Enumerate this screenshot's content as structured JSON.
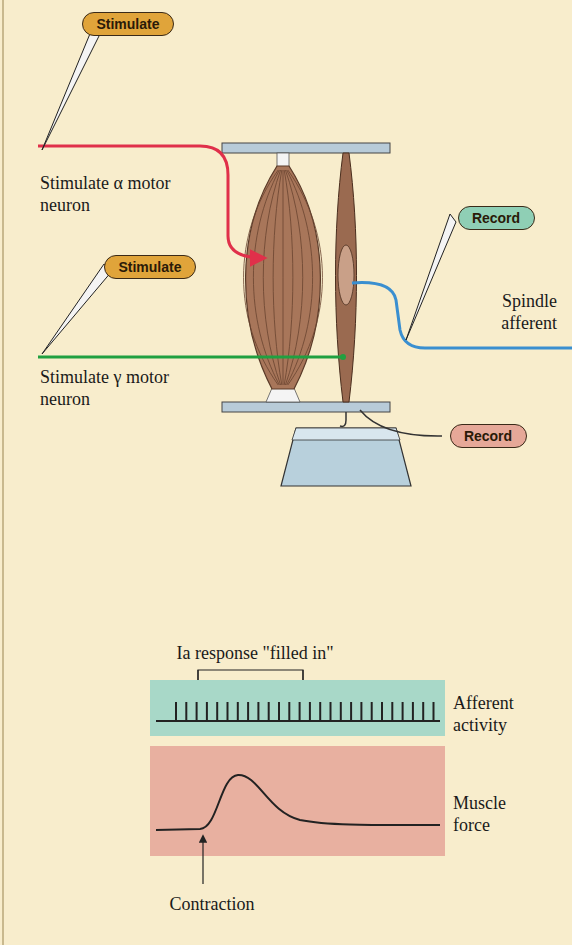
{
  "diagram": {
    "nodes": [
      {
        "text": [
          "Stimulate"
        ]
      },
      {
        "text": [
          "Stimulate"
        ]
      },
      {
        "text": [
          "Record"
        ]
      },
      {
        "text": [
          "Record"
        ]
      }
    ],
    "labels": [
      "Stimulate α motor neuron",
      "Stimulate γ motor neuron",
      "Spindle afferent",
      "Ia response \"filled in\"",
      "Afferent activity",
      "Muscle force",
      "Contraction"
    ]
  }
}
